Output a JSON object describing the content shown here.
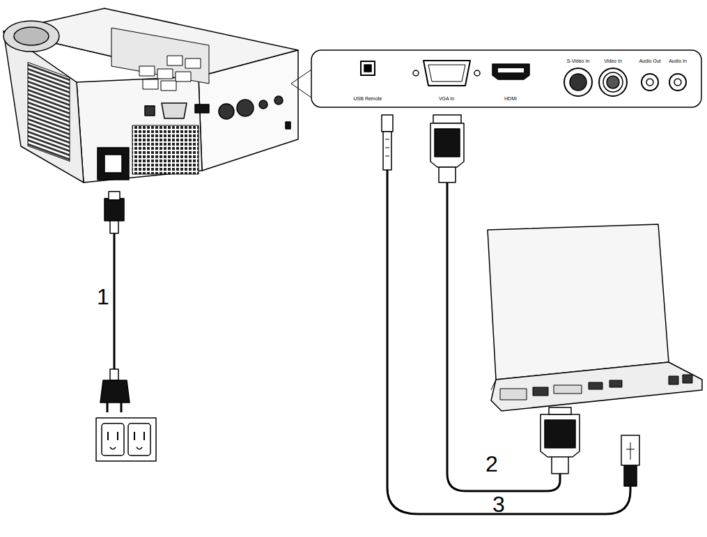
{
  "diagram": {
    "labels": [
      "USB Remote",
      "VGA In",
      "HDMI",
      "S-Video In",
      "Video In",
      "Audio Out",
      "Audio In",
      "1",
      "2",
      "3"
    ]
  }
}
